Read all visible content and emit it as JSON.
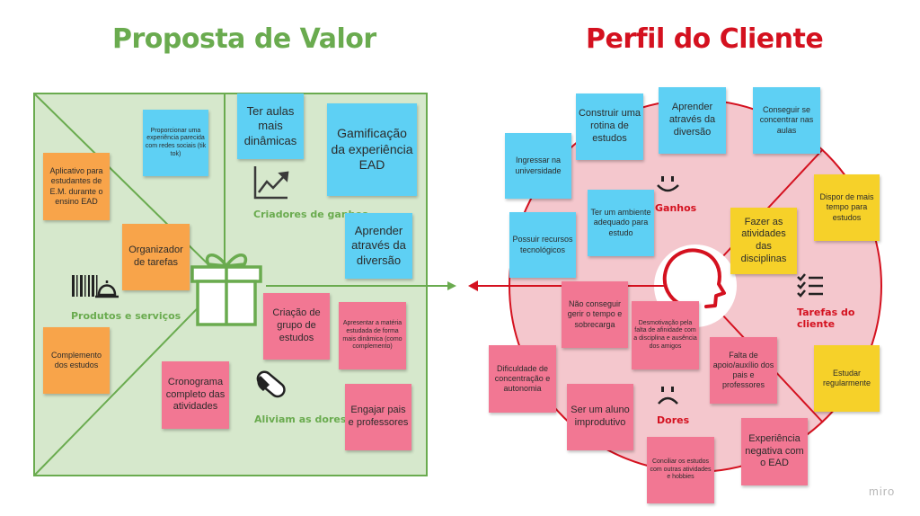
{
  "titles": {
    "left": "Proposta de Valor",
    "right": "Perfil do Cliente"
  },
  "labels": {
    "criadores": "Criadores de ganhos",
    "produtos": "Produtos e serviços",
    "aliviam": "Aliviam as dores",
    "ganhos": "Ganhos",
    "tarefas": "Tarefas do cliente",
    "dores": "Dores"
  },
  "notes": {
    "proporcionar": "Proporcionar uma experiência parecida com redes sociais (tik tok)",
    "ter_aulas": "Ter aulas mais dinâmicas",
    "gamificacao": "Gamificação da experiência EAD",
    "aplicativo": "Aplicativo para estudantes de E.M. durante o ensino EAD",
    "organizador": "Organizador de tarefas",
    "aprender_left": "Aprender através da diversão",
    "complemento": "Complemento dos estudos",
    "criacao": "Criação de grupo de estudos",
    "apresentar": "Apresentar a matéria estudada de forma mais dinâmica (como complemento)",
    "cronograma": "Cronograma completo das atividades",
    "engajar": "Engajar pais e professores",
    "construir": "Construir uma rotina de estudos",
    "aprender_right": "Aprender através da diversão",
    "conseguir": "Conseguir se concentrar nas aulas",
    "ingressar": "Ingressar na universidade",
    "ter_ambiente": "Ter um ambiente adequado para estudo",
    "dispor": "Dispor de mais tempo para estudos",
    "fazer": "Fazer as atividades das disciplinas",
    "possuir": "Possuir recursos tecnológicos",
    "nao_conseguir": "Não conseguir gerir o tempo e sobrecarga",
    "desmotivacao": "Desmotivação pela falta de afinidade com a disciplina e ausência dos amigos",
    "dificuldade": "Dificuldade de concentração e autonomia",
    "falta": "Falta de apoio/auxílio dos pais e professores",
    "estudar": "Estudar regularmente",
    "ser_aluno": "Ser um aluno improdutivo",
    "experiencia": "Experiência negativa com o EAD",
    "conciliar": "Conciliar os estudos com outras atividades e hobbies"
  },
  "watermark": "miro",
  "colors": {
    "green": "#6aab4f",
    "green_fill": "#d6e8cc",
    "red": "#d4111f",
    "pink_fill": "#f4c7cd",
    "blue_note": "#5ed0f4",
    "orange_note": "#f8a44a",
    "pink_note": "#f27793",
    "yellow_note": "#f6d129"
  },
  "icons": [
    "trend-chart-icon",
    "barcode-icon",
    "service-bell-icon",
    "gift-icon",
    "pill-icon",
    "smile-icon",
    "checklist-icon",
    "sad-face-icon",
    "head-profile-icon",
    "arrow-left-icon"
  ]
}
